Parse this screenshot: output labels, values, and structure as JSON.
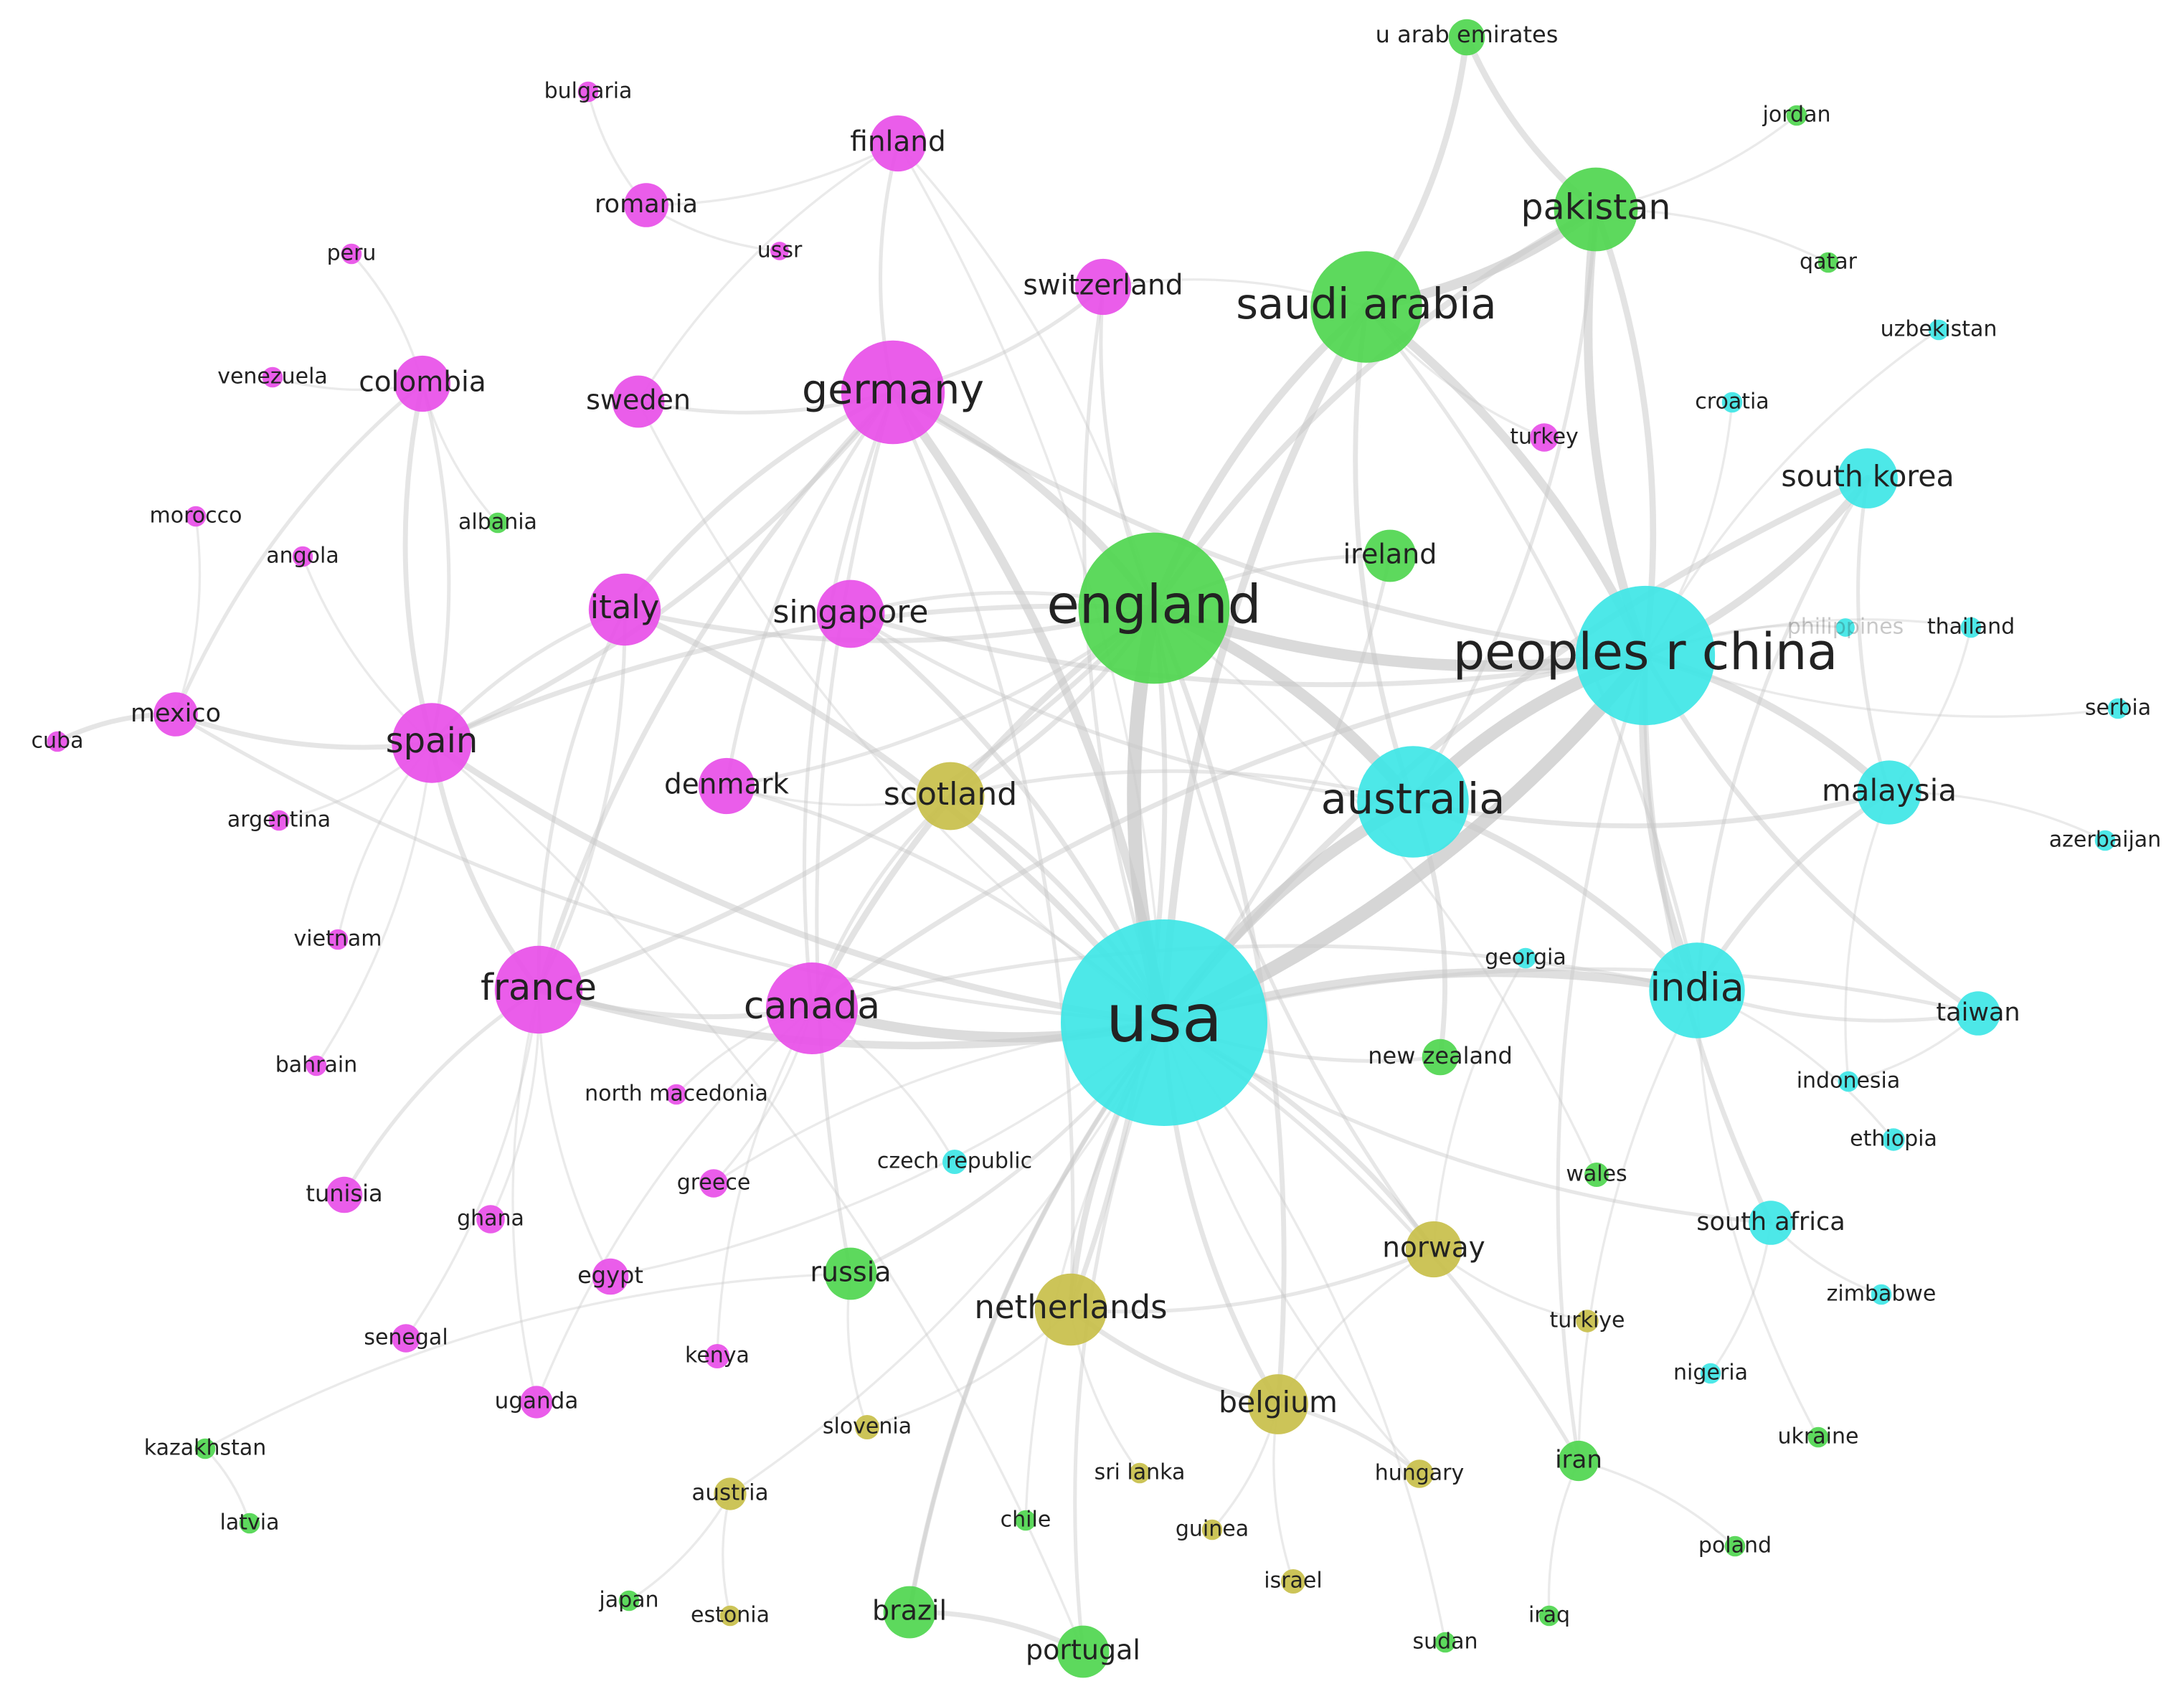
{
  "colors": {
    "magenta": "#e84fe8",
    "green": "#4fd64f",
    "cyan": "#3ee6e6",
    "olive": "#c8bf4a",
    "edge": "#c8c8c8",
    "label": "#222222"
  },
  "nodes": [
    {
      "id": "usa",
      "label": "usa",
      "cluster": "cyan",
      "weight": 100
    },
    {
      "id": "england",
      "label": "england",
      "cluster": "green",
      "weight": 72
    },
    {
      "id": "china",
      "label": "peoples r china",
      "cluster": "cyan",
      "weight": 66
    },
    {
      "id": "australia",
      "label": "australia",
      "cluster": "cyan",
      "weight": 52
    },
    {
      "id": "saudi",
      "label": "saudi arabia",
      "cluster": "green",
      "weight": 52
    },
    {
      "id": "germany",
      "label": "germany",
      "cluster": "magenta",
      "weight": 48
    },
    {
      "id": "canada",
      "label": "canada",
      "cluster": "magenta",
      "weight": 42
    },
    {
      "id": "india",
      "label": "india",
      "cluster": "cyan",
      "weight": 44
    },
    {
      "id": "france",
      "label": "france",
      "cluster": "magenta",
      "weight": 40
    },
    {
      "id": "pakistan",
      "label": "pakistan",
      "cluster": "green",
      "weight": 38
    },
    {
      "id": "spain",
      "label": "spain",
      "cluster": "magenta",
      "weight": 36
    },
    {
      "id": "netherlands",
      "label": "netherlands",
      "cluster": "olive",
      "weight": 32
    },
    {
      "id": "italy",
      "label": "italy",
      "cluster": "magenta",
      "weight": 32
    },
    {
      "id": "singapore",
      "label": "singapore",
      "cluster": "magenta",
      "weight": 30
    },
    {
      "id": "scotland",
      "label": "scotland",
      "cluster": "olive",
      "weight": 30
    },
    {
      "id": "malaysia",
      "label": "malaysia",
      "cluster": "cyan",
      "weight": 28
    },
    {
      "id": "southkorea",
      "label": "south korea",
      "cluster": "cyan",
      "weight": 26
    },
    {
      "id": "belgium",
      "label": "belgium",
      "cluster": "olive",
      "weight": 26
    },
    {
      "id": "finland",
      "label": "finland",
      "cluster": "magenta",
      "weight": 24
    },
    {
      "id": "denmark",
      "label": "denmark",
      "cluster": "magenta",
      "weight": 24
    },
    {
      "id": "switzerland",
      "label": "switzerland",
      "cluster": "magenta",
      "weight": 24
    },
    {
      "id": "colombia",
      "label": "colombia",
      "cluster": "magenta",
      "weight": 24
    },
    {
      "id": "norway",
      "label": "norway",
      "cluster": "olive",
      "weight": 24
    },
    {
      "id": "russia",
      "label": "russia",
      "cluster": "green",
      "weight": 22
    },
    {
      "id": "brazil",
      "label": "brazil",
      "cluster": "green",
      "weight": 22
    },
    {
      "id": "portugal",
      "label": "portugal",
      "cluster": "green",
      "weight": 22
    },
    {
      "id": "ireland",
      "label": "ireland",
      "cluster": "green",
      "weight": 22
    },
    {
      "id": "sweden",
      "label": "sweden",
      "cluster": "magenta",
      "weight": 22
    },
    {
      "id": "romania",
      "label": "romania",
      "cluster": "magenta",
      "weight": 18
    },
    {
      "id": "taiwan",
      "label": "taiwan",
      "cluster": "cyan",
      "weight": 18
    },
    {
      "id": "southafrica",
      "label": "south africa",
      "cluster": "cyan",
      "weight": 18
    },
    {
      "id": "mexico",
      "label": "mexico",
      "cluster": "magenta",
      "weight": 18
    },
    {
      "id": "tunisia",
      "label": "tunisia",
      "cluster": "magenta",
      "weight": 14
    },
    {
      "id": "egypt",
      "label": "egypt",
      "cluster": "magenta",
      "weight": 14
    },
    {
      "id": "iran",
      "label": "iran",
      "cluster": "green",
      "weight": 16
    },
    {
      "id": "uganda",
      "label": "uganda",
      "cluster": "magenta",
      "weight": 12
    },
    {
      "id": "austria",
      "label": "austria",
      "cluster": "olive",
      "weight": 12
    },
    {
      "id": "newzealand",
      "label": "new zealand",
      "cluster": "green",
      "weight": 14
    },
    {
      "id": "uae",
      "label": "u arab emirates",
      "cluster": "green",
      "weight": 14
    },
    {
      "id": "ghana",
      "label": "ghana",
      "cluster": "magenta",
      "weight": 10
    },
    {
      "id": "greece",
      "label": "greece",
      "cluster": "magenta",
      "weight": 10
    },
    {
      "id": "senegal",
      "label": "senegal",
      "cluster": "magenta",
      "weight": 10
    },
    {
      "id": "hungary",
      "label": "hungary",
      "cluster": "olive",
      "weight": 10
    },
    {
      "id": "turkey",
      "label": "turkey",
      "cluster": "magenta",
      "weight": 10
    },
    {
      "id": "czech",
      "label": "czech republic",
      "cluster": "cyan",
      "weight": 8
    },
    {
      "id": "wales",
      "label": "wales",
      "cluster": "green",
      "weight": 8
    },
    {
      "id": "kenya",
      "label": "kenya",
      "cluster": "magenta",
      "weight": 8
    },
    {
      "id": "slovenia",
      "label": "slovenia",
      "cluster": "olive",
      "weight": 8
    },
    {
      "id": "israel",
      "label": "israel",
      "cluster": "olive",
      "weight": 8
    },
    {
      "id": "turkiye",
      "label": "turkiye",
      "cluster": "olive",
      "weight": 7
    },
    {
      "id": "georgia",
      "label": "georgia",
      "cluster": "cyan",
      "weight": 6
    },
    {
      "id": "albania",
      "label": "albania",
      "cluster": "green",
      "weight": 6
    },
    {
      "id": "angola",
      "label": "angola",
      "cluster": "magenta",
      "weight": 6
    },
    {
      "id": "morocco",
      "label": "morocco",
      "cluster": "magenta",
      "weight": 6
    },
    {
      "id": "venezuela",
      "label": "venezuela",
      "cluster": "magenta",
      "weight": 6
    },
    {
      "id": "peru",
      "label": "peru",
      "cluster": "magenta",
      "weight": 6
    },
    {
      "id": "ussr",
      "label": "ussr",
      "cluster": "magenta",
      "weight": 5
    },
    {
      "id": "bulgaria",
      "label": "bulgaria",
      "cluster": "magenta",
      "weight": 6
    },
    {
      "id": "cuba",
      "label": "cuba",
      "cluster": "magenta",
      "weight": 6
    },
    {
      "id": "argentina",
      "label": "argentina",
      "cluster": "magenta",
      "weight": 6
    },
    {
      "id": "vietnam",
      "label": "vietnam",
      "cluster": "magenta",
      "weight": 6
    },
    {
      "id": "bahrain",
      "label": "bahrain",
      "cluster": "magenta",
      "weight": 6
    },
    {
      "id": "northmacedonia",
      "label": "north macedonia",
      "cluster": "magenta",
      "weight": 6
    },
    {
      "id": "jordan",
      "label": "jordan",
      "cluster": "green",
      "weight": 6
    },
    {
      "id": "qatar",
      "label": "qatar",
      "cluster": "green",
      "weight": 6
    },
    {
      "id": "uzbekistan",
      "label": "uzbekistan",
      "cluster": "cyan",
      "weight": 6
    },
    {
      "id": "croatia",
      "label": "croatia",
      "cluster": "cyan",
      "weight": 6
    },
    {
      "id": "philippines",
      "label": "philippines",
      "cluster": "cyan",
      "weight": 5
    },
    {
      "id": "thailand",
      "label": "thailand",
      "cluster": "cyan",
      "weight": 6
    },
    {
      "id": "serbia",
      "label": "serbia",
      "cluster": "cyan",
      "weight": 6
    },
    {
      "id": "azerbaijan",
      "label": "azerbaijan",
      "cluster": "cyan",
      "weight": 6
    },
    {
      "id": "indonesia",
      "label": "indonesia",
      "cluster": "cyan",
      "weight": 6
    },
    {
      "id": "ethiopia",
      "label": "ethiopia",
      "cluster": "cyan",
      "weight": 7
    },
    {
      "id": "zimbabwe",
      "label": "zimbabwe",
      "cluster": "cyan",
      "weight": 6
    },
    {
      "id": "nigeria",
      "label": "nigeria",
      "cluster": "cyan",
      "weight": 6
    },
    {
      "id": "ukraine",
      "label": "ukraine",
      "cluster": "green",
      "weight": 6
    },
    {
      "id": "poland",
      "label": "poland",
      "cluster": "green",
      "weight": 6
    },
    {
      "id": "iraq",
      "label": "iraq",
      "cluster": "green",
      "weight": 6
    },
    {
      "id": "sudan",
      "label": "sudan",
      "cluster": "green",
      "weight": 6
    },
    {
      "id": "guinea",
      "label": "guinea",
      "cluster": "olive",
      "weight": 6
    },
    {
      "id": "srilanka",
      "label": "sri lanka",
      "cluster": "olive",
      "weight": 6
    },
    {
      "id": "chile",
      "label": "chile",
      "cluster": "green",
      "weight": 6
    },
    {
      "id": "estonia",
      "label": "estonia",
      "cluster": "olive",
      "weight": 6
    },
    {
      "id": "japan",
      "label": "japan",
      "cluster": "green",
      "weight": 6
    },
    {
      "id": "kazakhstan",
      "label": "kazakhstan",
      "cluster": "green",
      "weight": 6
    },
    {
      "id": "latvia",
      "label": "latvia",
      "cluster": "green",
      "weight": 6
    }
  ],
  "links": [
    [
      "usa",
      "england",
      10
    ],
    [
      "usa",
      "china",
      10
    ],
    [
      "usa",
      "australia",
      8
    ],
    [
      "england",
      "china",
      8
    ],
    [
      "england",
      "australia",
      8
    ],
    [
      "china",
      "australia",
      9
    ],
    [
      "usa",
      "canada",
      7
    ],
    [
      "usa",
      "germany",
      6
    ],
    [
      "usa",
      "india",
      6
    ],
    [
      "china",
      "india",
      5
    ],
    [
      "england",
      "saudi",
      5
    ],
    [
      "saudi",
      "pakistan",
      7
    ],
    [
      "saudi",
      "china",
      6
    ],
    [
      "pakistan",
      "china",
      6
    ],
    [
      "usa",
      "saudi",
      5
    ],
    [
      "england",
      "germany",
      5
    ],
    [
      "usa",
      "france",
      5
    ],
    [
      "england",
      "canada",
      4
    ],
    [
      "china",
      "malaysia",
      5
    ],
    [
      "china",
      "southkorea",
      5
    ],
    [
      "usa",
      "spain",
      4
    ],
    [
      "usa",
      "netherlands",
      4
    ],
    [
      "england",
      "netherlands",
      3
    ],
    [
      "usa",
      "italy",
      4
    ],
    [
      "england",
      "italy",
      3
    ],
    [
      "china",
      "southafrica",
      3
    ],
    [
      "australia",
      "india",
      4
    ],
    [
      "australia",
      "malaysia",
      3
    ],
    [
      "usa",
      "southkorea",
      4
    ],
    [
      "china",
      "taiwan",
      3
    ],
    [
      "england",
      "pakistan",
      4
    ],
    [
      "saudi",
      "uae",
      4
    ],
    [
      "pakistan",
      "uae",
      4
    ],
    [
      "usa",
      "scotland",
      3
    ],
    [
      "england",
      "scotland",
      3
    ],
    [
      "germany",
      "france",
      3
    ],
    [
      "germany",
      "spain",
      3
    ],
    [
      "germany",
      "italy",
      3
    ],
    [
      "france",
      "spain",
      3
    ],
    [
      "france",
      "canada",
      3
    ],
    [
      "canada",
      "china",
      3
    ],
    [
      "usa",
      "belgium",
      3
    ],
    [
      "england",
      "belgium",
      3
    ],
    [
      "netherlands",
      "belgium",
      3
    ],
    [
      "usa",
      "norway",
      3
    ],
    [
      "england",
      "norway",
      2
    ],
    [
      "australia",
      "newzealand",
      3
    ],
    [
      "usa",
      "brazil",
      3
    ],
    [
      "brazil",
      "portugal",
      3
    ],
    [
      "usa",
      "portugal",
      2
    ],
    [
      "spain",
      "mexico",
      3
    ],
    [
      "mexico",
      "cuba",
      3
    ],
    [
      "spain",
      "colombia",
      3
    ],
    [
      "colombia",
      "mexico",
      2
    ],
    [
      "germany",
      "finland",
      2
    ],
    [
      "germany",
      "switzerland",
      2
    ],
    [
      "germany",
      "sweden",
      2
    ],
    [
      "germany",
      "denmark",
      2
    ],
    [
      "england",
      "denmark",
      2
    ],
    [
      "usa",
      "singapore",
      3
    ],
    [
      "china",
      "singapore",
      3
    ],
    [
      "england",
      "singapore",
      2
    ],
    [
      "england",
      "ireland",
      2
    ],
    [
      "usa",
      "ireland",
      2
    ],
    [
      "usa",
      "russia",
      2
    ],
    [
      "germany",
      "russia",
      2
    ],
    [
      "usa",
      "iran",
      2
    ],
    [
      "china",
      "iran",
      2
    ],
    [
      "india",
      "malaysia",
      3
    ],
    [
      "india",
      "saudi",
      2
    ],
    [
      "usa",
      "taiwan",
      2
    ],
    [
      "usa",
      "southafrica",
      2
    ],
    [
      "india",
      "southkorea",
      2
    ],
    [
      "southkorea",
      "malaysia",
      2
    ],
    [
      "china",
      "uzbekistan",
      1
    ],
    [
      "china",
      "croatia",
      1
    ],
    [
      "china",
      "thailand",
      1
    ],
    [
      "china",
      "serbia",
      1
    ],
    [
      "malaysia",
      "azerbaijan",
      1
    ],
    [
      "malaysia",
      "indonesia",
      1
    ],
    [
      "india",
      "ethiopia",
      1
    ],
    [
      "southafrica",
      "zimbabwe",
      1
    ],
    [
      "southafrica",
      "nigeria",
      1
    ],
    [
      "india",
      "ukraine",
      1
    ],
    [
      "iran",
      "poland",
      1
    ],
    [
      "iran",
      "iraq",
      1
    ],
    [
      "belgium",
      "hungary",
      2
    ],
    [
      "belgium",
      "israel",
      1
    ],
    [
      "belgium",
      "guinea",
      1
    ],
    [
      "netherlands",
      "srilanka",
      1
    ],
    [
      "netherlands",
      "slovenia",
      1
    ],
    [
      "austria",
      "estonia",
      1
    ],
    [
      "austria",
      "japan",
      1
    ],
    [
      "russia",
      "kazakhstan",
      1
    ],
    [
      "kazakhstan",
      "latvia",
      1
    ],
    [
      "france",
      "tunisia",
      2
    ],
    [
      "france",
      "senegal",
      1
    ],
    [
      "france",
      "egypt",
      1
    ],
    [
      "france",
      "ghana",
      1
    ],
    [
      "france",
      "uganda",
      1
    ],
    [
      "canada",
      "greece",
      1
    ],
    [
      "canada",
      "kenya",
      1
    ],
    [
      "canada",
      "czech",
      1
    ],
    [
      "canada",
      "northmacedonia",
      1
    ],
    [
      "spain",
      "argentina",
      1
    ],
    [
      "spain",
      "vietnam",
      1
    ],
    [
      "spain",
      "bahrain",
      1
    ],
    [
      "colombia",
      "peru",
      1
    ],
    [
      "colombia",
      "venezuela",
      1
    ],
    [
      "colombia",
      "albania",
      1
    ],
    [
      "spain",
      "angola",
      1
    ],
    [
      "mexico",
      "morocco",
      1
    ],
    [
      "romania",
      "bulgaria",
      1
    ],
    [
      "romania",
      "ussr",
      1
    ],
    [
      "finland",
      "romania",
      1
    ],
    [
      "finland",
      "sweden",
      1
    ],
    [
      "switzerland",
      "saudi",
      1
    ],
    [
      "pakistan",
      "jordan",
      1
    ],
    [
      "pakistan",
      "qatar",
      1
    ],
    [
      "saudi",
      "turkey",
      1
    ],
    [
      "england",
      "wales",
      1
    ],
    [
      "norway",
      "turkiye",
      1
    ],
    [
      "norway",
      "georgia",
      1
    ],
    [
      "usa",
      "chile",
      1
    ],
    [
      "usa",
      "sudan",
      1
    ],
    [
      "usa",
      "newzealand",
      2
    ],
    [
      "canada",
      "scotland",
      2
    ],
    [
      "italy",
      "spain",
      2
    ],
    [
      "italy",
      "france",
      2
    ],
    [
      "denmark",
      "scotland",
      1
    ],
    [
      "finland",
      "england",
      1
    ],
    [
      "switzerland",
      "england",
      2
    ],
    [
      "usa",
      "switzerland",
      2
    ],
    [
      "usa",
      "finland",
      1
    ],
    [
      "france",
      "italy",
      2
    ],
    [
      "usa",
      "denmark",
      2
    ],
    [
      "usa",
      "sweden",
      1
    ],
    [
      "england",
      "spain",
      3
    ],
    [
      "england",
      "france",
      3
    ],
    [
      "china",
      "pakistan",
      4
    ],
    [
      "australia",
      "saudi",
      3
    ],
    [
      "australia",
      "pakistan",
      2
    ],
    [
      "canada",
      "india",
      2
    ],
    [
      "germany",
      "china",
      3
    ],
    [
      "germany",
      "netherlands",
      2
    ],
    [
      "netherlands",
      "norway",
      2
    ],
    [
      "usa",
      "egypt",
      1
    ],
    [
      "canada",
      "uganda",
      1
    ],
    [
      "usa",
      "austria",
      1
    ],
    [
      "russia",
      "slovenia",
      1
    ],
    [
      "brazil",
      "usa",
      2
    ],
    [
      "portugal",
      "spain",
      1
    ],
    [
      "iran",
      "india",
      1
    ],
    [
      "india",
      "taiwan",
      2
    ],
    [
      "belgium",
      "norway",
      1
    ],
    [
      "usa",
      "hungary",
      1
    ],
    [
      "china",
      "philippines",
      1
    ],
    [
      "malaysia",
      "thailand",
      1
    ],
    [
      "taiwan",
      "indonesia",
      1
    ],
    [
      "usa",
      "greece",
      1
    ],
    [
      "colombia",
      "spain",
      2
    ],
    [
      "mexico",
      "usa",
      2
    ],
    [
      "canada",
      "germany",
      2
    ],
    [
      "singapore",
      "australia",
      2
    ],
    [
      "scotland",
      "australia",
      2
    ]
  ]
}
